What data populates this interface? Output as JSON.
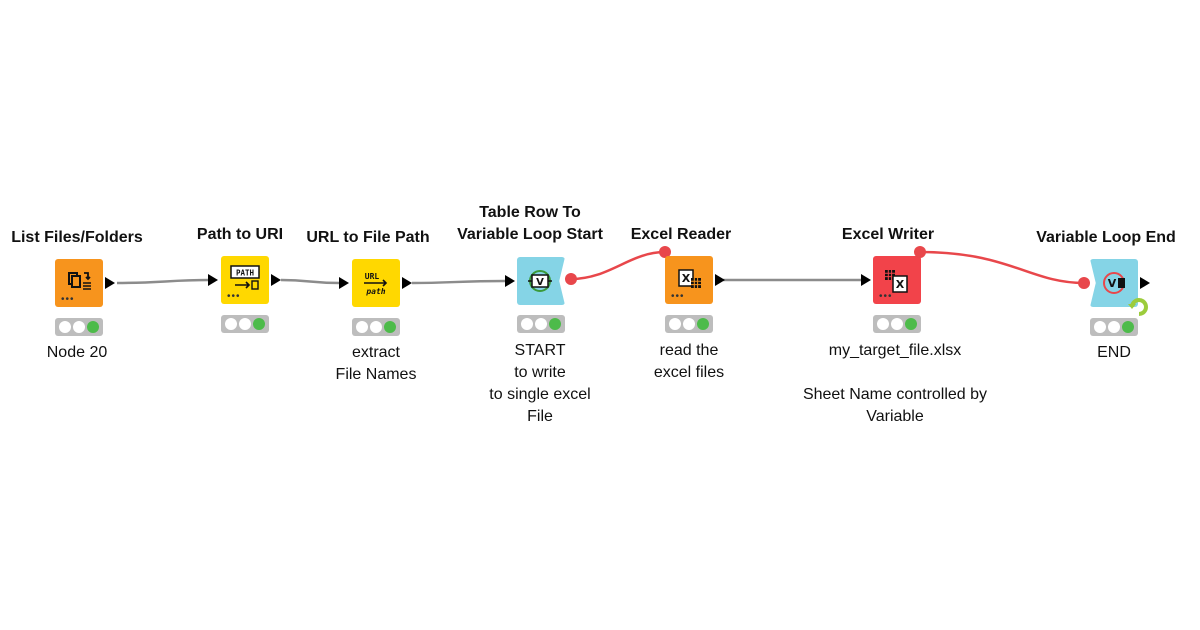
{
  "workflow": {
    "nodes": [
      {
        "id": "list-files",
        "title": "List Files/Folders",
        "description": "Node 20",
        "color": "#f7941d",
        "icon": "list-files-icon"
      },
      {
        "id": "path-to-uri",
        "title": "Path to URI",
        "description": "",
        "color": "#ffd800",
        "icon": "path-to-uri-icon",
        "icon_text": "PATH"
      },
      {
        "id": "url-to-path",
        "title": "URL to File Path",
        "description": "extract\nFile Names",
        "color": "#ffd800",
        "icon": "url-to-path-icon",
        "icon_text_top": "URL",
        "icon_text_bottom": "path"
      },
      {
        "id": "loop-start",
        "title": "Table Row To\nVariable Loop Start",
        "description": "START\nto write\nto single excel\nFile",
        "color": "#85d4e6",
        "icon": "loop-start-icon",
        "icon_text": "V"
      },
      {
        "id": "excel-reader",
        "title": "Excel Reader",
        "description": "read the\nexcel files",
        "color": "#f7941d",
        "icon": "excel-reader-icon",
        "icon_text": "X"
      },
      {
        "id": "excel-writer",
        "title": "Excel Writer",
        "description": "my_target_file.xlsx\n\nSheet Name controlled by\nVariable",
        "color": "#f2434a",
        "icon": "excel-writer-icon",
        "icon_text": "X"
      },
      {
        "id": "loop-end",
        "title": "Variable Loop End",
        "description": "END",
        "color": "#85d4e6",
        "icon": "loop-end-icon",
        "icon_text": "V"
      }
    ],
    "connections": [
      {
        "from": "list-files",
        "to": "path-to-uri",
        "type": "data",
        "color": "#8c8c8c"
      },
      {
        "from": "path-to-uri",
        "to": "url-to-path",
        "type": "data",
        "color": "#8c8c8c"
      },
      {
        "from": "url-to-path",
        "to": "loop-start",
        "type": "data",
        "color": "#8c8c8c"
      },
      {
        "from": "loop-start",
        "to": "excel-reader",
        "type": "flow-variable",
        "color": "#e8474b"
      },
      {
        "from": "excel-reader",
        "to": "excel-writer",
        "type": "data",
        "color": "#8c8c8c"
      },
      {
        "from": "excel-writer",
        "to": "loop-end",
        "type": "flow-variable",
        "color": "#e8474b"
      }
    ],
    "status_colors": {
      "inactive": "#ffffff",
      "executed": "#4dbb4a",
      "tray": "#bdbdbd"
    }
  }
}
